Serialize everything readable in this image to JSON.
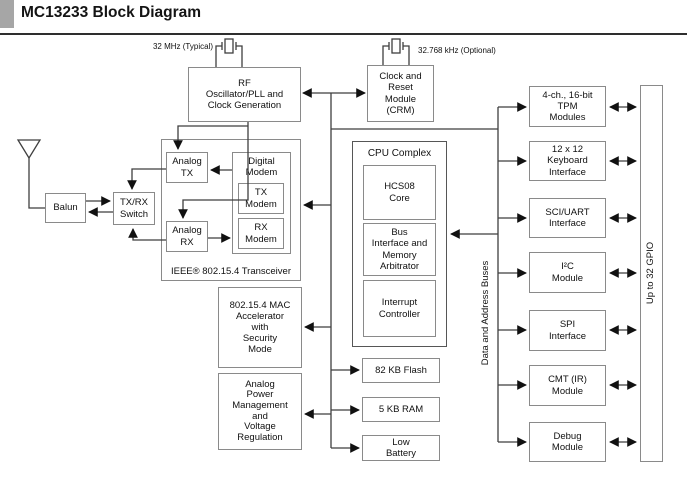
{
  "header": {
    "title": "MC13233 Block Diagram"
  },
  "labels": {
    "xtal_32mhz": "32 MHz (Typical)",
    "xtal_32khz": "32.768 kHz (Optional)",
    "data_bus": "Data and Address Buses",
    "gpio": "Up to 32 GPIO"
  },
  "blocks": {
    "rf_osc": "RF\nOscillator/PLL and\nClock Generation",
    "crm": "Clock and\nReset\nModule\n(CRM)",
    "balun": "Balun",
    "txrx_switch": "TX/RX\nSwitch",
    "transceiver": "IEEE® 802.15.4 Transceiver",
    "analog_tx": "Analog\nTX",
    "analog_rx": "Analog\nRX",
    "digital_modem": "Digital\nModem",
    "tx_modem": "TX\nModem",
    "rx_modem": "RX\nModem",
    "cpu_complex": "CPU Complex",
    "hcs08": "HCS08\nCore",
    "bus_interface": "Bus\nInterface and\nMemory\nArbitrator",
    "interrupt": "Interrupt\nController",
    "mac": "802.15.4 MAC\nAccelerator\nwith\nSecurity\nMode",
    "apm": "Analog\nPower\nManagement\nand\nVoltage\nRegulation",
    "flash": "82 KB Flash",
    "ram": "5 KB RAM",
    "low_battery": "Low\nBattery",
    "tpm": "4-ch., 16-bit\nTPM\nModules",
    "keyboard": "12 x 12\nKeyboard\nInterface",
    "sci_uart": "SCI/UART\nInterface",
    "i2c": "I²C\nModule",
    "spi": "SPI\nInterface",
    "cmt": "CMT (IR)\nModule",
    "debug": "Debug\nModule"
  },
  "colors": {
    "box_border": "#8a8a8a",
    "cpu_border": "#565656",
    "wire": "#3f3f3f",
    "arrowhead": "#111111",
    "header_square": "#a6a6a6",
    "rule": "#2e2e2e",
    "text": "#111111"
  }
}
